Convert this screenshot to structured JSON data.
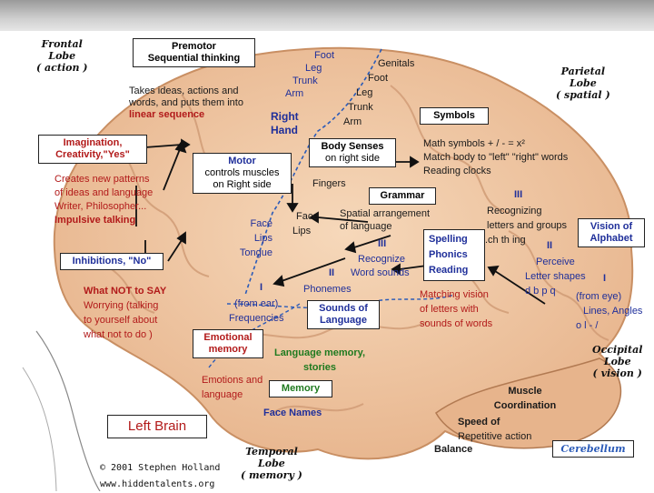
{
  "frontal_lobe": [
    "Frontal",
    "Lobe",
    "( action )"
  ],
  "parietal_lobe": [
    "Parietal",
    "Lobe",
    "( spatial )"
  ],
  "occipital_lobe": [
    "Occipital",
    "Lobe",
    "( vision )"
  ],
  "temporal_lobe": [
    "Temporal",
    "Lobe",
    "( memory )"
  ],
  "premotor": {
    "title": "Premotor",
    "subtitle": "Sequential thinking"
  },
  "takes_ideas": [
    "Takes ideas, actions and",
    "words, and puts them into",
    "linear sequence"
  ],
  "right_hand": [
    "Right",
    "Hand"
  ],
  "foot_leg_col1": [
    "Foot",
    "Leg",
    "Trunk",
    "Arm"
  ],
  "foot_leg_col2": [
    "Genitals",
    "Foot",
    "Leg",
    "Trunk",
    "Arm"
  ],
  "symbols": "Symbols",
  "imagination": [
    "Imagination,",
    "Creativity,\"Yes\""
  ],
  "creates_patterns": [
    "Creates new patterns",
    "of ideas and language",
    "Writer, Philosopher...",
    "Impulsive talking"
  ],
  "motor": {
    "title": "Motor",
    "line1": "controls muscles",
    "line2": "on Right side"
  },
  "body_senses": {
    "title": "Body Senses",
    "subtitle": "on right side"
  },
  "math": [
    "Math symbols  + / - = x²",
    "Match body to \"left\" \"right\" words",
    "Reading clocks"
  ],
  "fingers": "Fingers",
  "grammar": "Grammar",
  "face_left": [
    "Face",
    "Lips",
    "Tongue"
  ],
  "face_right": [
    "Face",
    "Lips"
  ],
  "spatial": [
    "Spatial arrangement",
    "of language"
  ],
  "roman_iii_1": "III",
  "recognizing": [
    "Recognizing",
    "letters and groups",
    ".ch  th  ing"
  ],
  "vision_of_alphabet": [
    "Vision of",
    "Alphabet"
  ],
  "roman_ii_1": "II",
  "roman_iii_2": "III",
  "recognize": [
    "Recognize",
    "Word sounds"
  ],
  "spelling": [
    "Spelling",
    "Phonics",
    "Reading"
  ],
  "inhibitions": "Inhibitions, \"No\"",
  "roman_ii_2": "II",
  "phonemes": "Phonemes",
  "roman_i_1": "I",
  "from_ear": [
    "(from ear)",
    "Frequencies"
  ],
  "perceive": [
    "Perceive",
    "Letter shapes",
    "d b  p q"
  ],
  "roman_i_2": "I",
  "from_eye": [
    "(from eye)",
    "Lines, Angles",
    "o  l  -  /"
  ],
  "what_not": [
    "What NOT to SAY",
    "Worrying (talking",
    "to yourself about",
    "what not to do )"
  ],
  "sounds_of_language": [
    "Sounds of",
    "Language"
  ],
  "matching": [
    "Matching vision",
    "of letters with",
    "sounds of words"
  ],
  "emotional_memory": [
    "Emotional",
    "memory"
  ],
  "language_memory": [
    "Language memory,",
    "stories"
  ],
  "emotions_language": [
    "Emotions and",
    "language"
  ],
  "memory": "Memory",
  "face_names": "Face Names",
  "muscle": [
    "Muscle",
    "Coordination"
  ],
  "speed": [
    "Speed of",
    "Repetitive action"
  ],
  "balance": "Balance",
  "cerebellum": "Cerebellum",
  "left_brain": "Left Brain",
  "credit": [
    "© 2001 Stephen Holland",
    "www.hiddentalents.org"
  ],
  "colors": {
    "brain_fill": "#f0c9a4",
    "box_blue": "#1f2f9a",
    "box_red": "#b21a1a",
    "box_green": "#1f7a1f",
    "topbar": "#b0b0b0"
  }
}
